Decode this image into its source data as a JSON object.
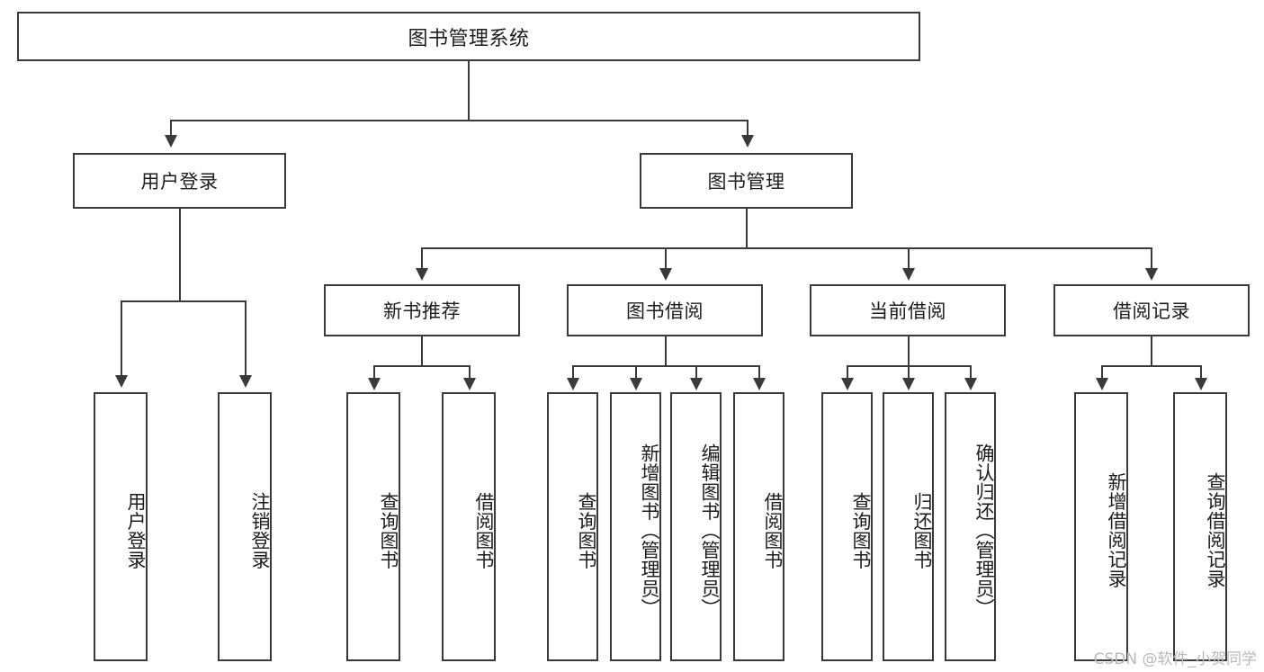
{
  "diagram": {
    "title": "图书管理系统",
    "type": "tree-hierarchy",
    "root": {
      "label": "图书管理系统"
    },
    "level2": [
      {
        "label": "用户登录"
      },
      {
        "label": "图书管理"
      }
    ],
    "level3": [
      {
        "label": "新书推荐"
      },
      {
        "label": "图书借阅"
      },
      {
        "label": "当前借阅"
      },
      {
        "label": "借阅记录"
      }
    ],
    "leaves": {
      "user_login": [
        {
          "label": "用户登录"
        },
        {
          "label": "注销登录"
        }
      ],
      "new_book_recommend": [
        {
          "label": "查询图书"
        },
        {
          "label": "借阅图书"
        }
      ],
      "book_borrow": [
        {
          "label": "查询图书"
        },
        {
          "label": "新增图书（管理员）"
        },
        {
          "label": "编辑图书（管理员）"
        },
        {
          "label": "借阅图书"
        }
      ],
      "current_borrow": [
        {
          "label": "查询图书"
        },
        {
          "label": "归还图书"
        },
        {
          "label": "确认归还（管理员）"
        }
      ],
      "borrow_record": [
        {
          "label": "新增借阅记录"
        },
        {
          "label": "查询借阅记录"
        }
      ]
    }
  },
  "watermark": {
    "text": "CSDN @软件_小贺同学"
  },
  "colors": {
    "stroke": "#3a3a3a",
    "background": "#ffffff",
    "text": "#1c1c1c",
    "watermark": "#b9b9b9"
  }
}
